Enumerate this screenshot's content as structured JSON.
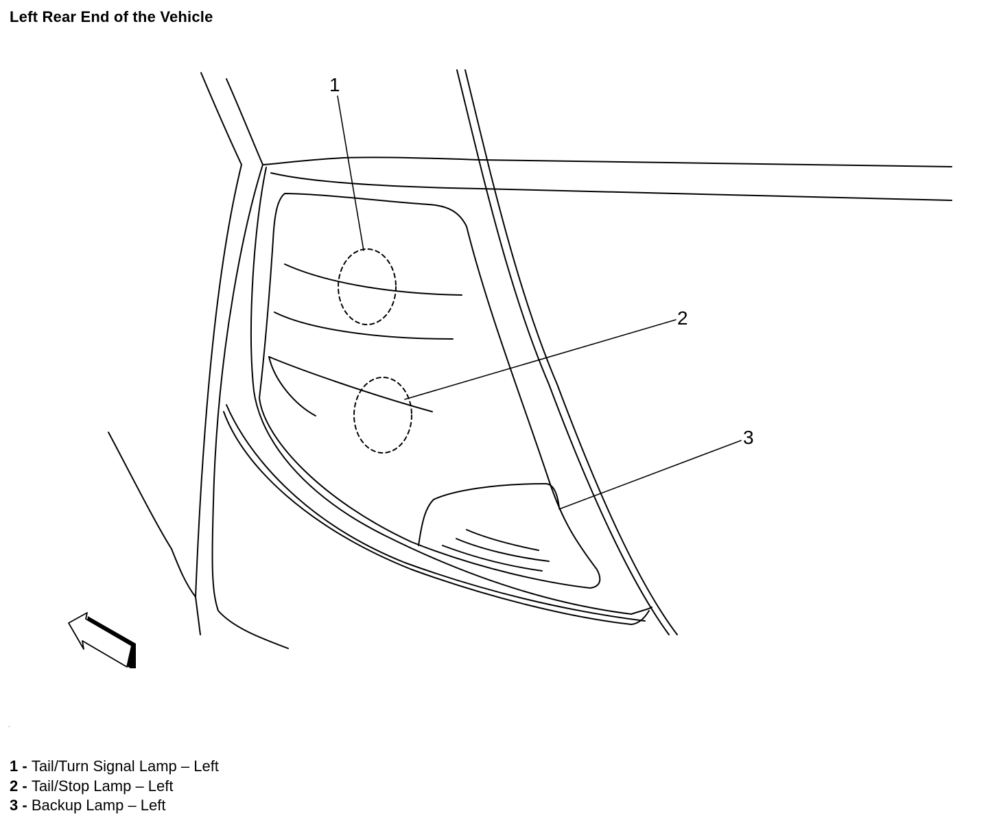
{
  "title": "Left Rear End of the Vehicle",
  "callouts": [
    {
      "number": "1"
    },
    {
      "number": "2"
    },
    {
      "number": "3"
    }
  ],
  "legend": [
    {
      "number": "1",
      "separator": " - ",
      "label": "Tail/Turn Signal Lamp – Left"
    },
    {
      "number": "2",
      "separator": " - ",
      "label": "Tail/Stop Lamp – Left"
    },
    {
      "number": "3",
      "separator": " - ",
      "label": "Backup Lamp – Left"
    }
  ],
  "icons": [
    "direction-arrow-icon"
  ],
  "colors": {
    "line": "#000000",
    "background": "#ffffff"
  }
}
